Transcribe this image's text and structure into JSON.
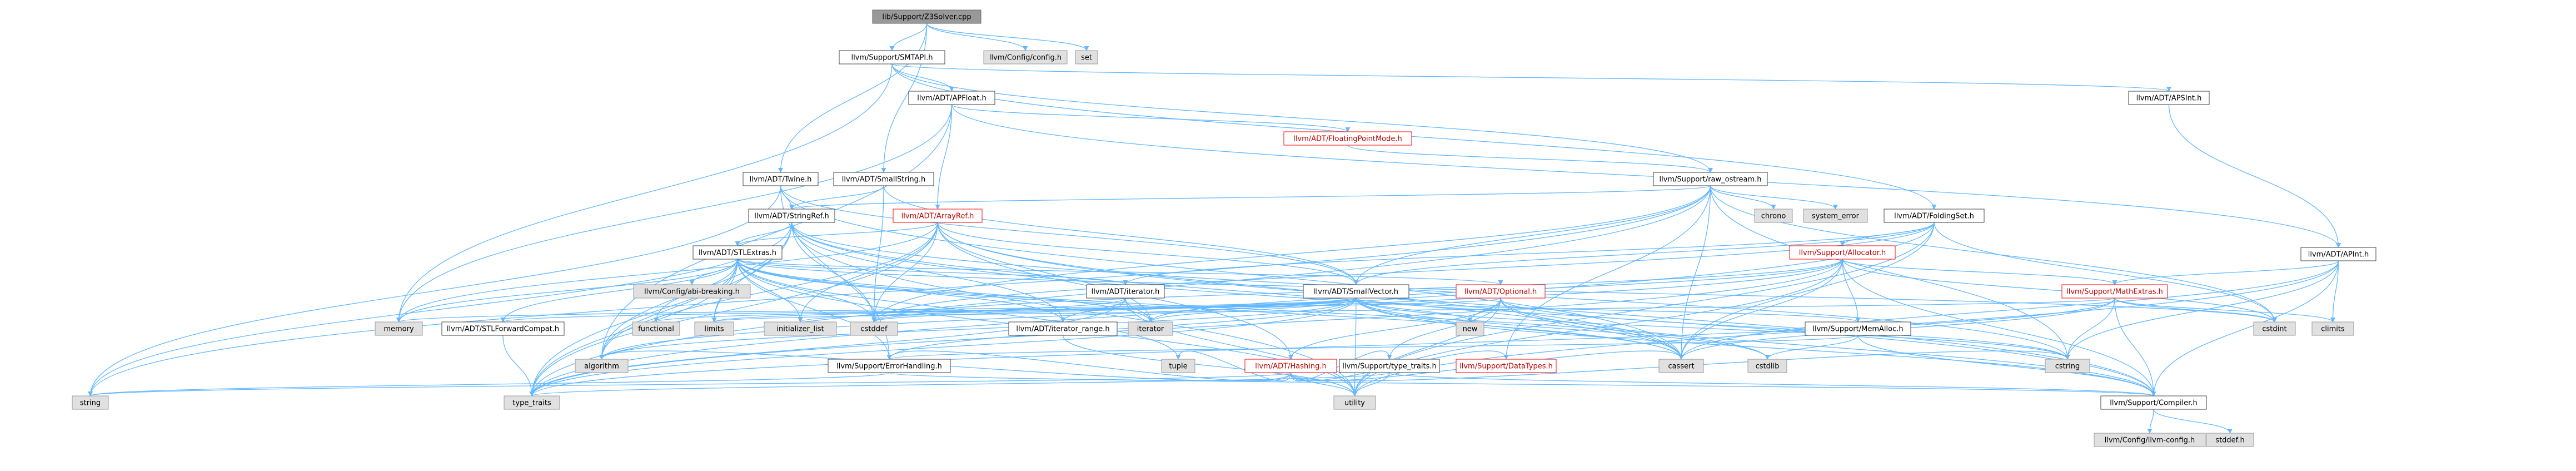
{
  "graph": {
    "nodes": [
      {
        "id": "root",
        "label": "lib/Support/Z3Solver.cpp",
        "kind": "root"
      },
      {
        "id": "smtapi",
        "label": "llvm/Support/SMTAPI.h",
        "kind": "plain"
      },
      {
        "id": "llvmconfig",
        "label": "llvm/Config/config.h",
        "kind": "ext"
      },
      {
        "id": "set",
        "label": "set",
        "kind": "ext"
      },
      {
        "id": "apfloat",
        "label": "llvm/ADT/APFloat.h",
        "kind": "plain"
      },
      {
        "id": "apsint",
        "label": "llvm/ADT/APSInt.h",
        "kind": "plain"
      },
      {
        "id": "fpmode",
        "label": "llvm/ADT/FloatingPointMode.h",
        "kind": "red"
      },
      {
        "id": "twine",
        "label": "llvm/ADT/Twine.h",
        "kind": "plain"
      },
      {
        "id": "smallstring",
        "label": "llvm/ADT/SmallString.h",
        "kind": "plain"
      },
      {
        "id": "rawostream",
        "label": "llvm/Support/raw_ostream.h",
        "kind": "plain"
      },
      {
        "id": "stringref",
        "label": "llvm/ADT/StringRef.h",
        "kind": "plain"
      },
      {
        "id": "arrayref",
        "label": "llvm/ADT/ArrayRef.h",
        "kind": "red"
      },
      {
        "id": "chrono",
        "label": "chrono",
        "kind": "ext"
      },
      {
        "id": "syserror",
        "label": "system_error",
        "kind": "ext"
      },
      {
        "id": "foldingset",
        "label": "llvm/ADT/FoldingSet.h",
        "kind": "plain"
      },
      {
        "id": "stlextras",
        "label": "llvm/ADT/STLExtras.h",
        "kind": "plain"
      },
      {
        "id": "allocator",
        "label": "llvm/Support/Allocator.h",
        "kind": "red"
      },
      {
        "id": "apint",
        "label": "llvm/ADT/APInt.h",
        "kind": "plain"
      },
      {
        "id": "abibreak",
        "label": "llvm/Config/abi-breaking.h",
        "kind": "ext"
      },
      {
        "id": "iterator",
        "label": "llvm/ADT/iterator.h",
        "kind": "plain"
      },
      {
        "id": "smallvector",
        "label": "llvm/ADT/SmallVector.h",
        "kind": "plain"
      },
      {
        "id": "optional",
        "label": "llvm/ADT/Optional.h",
        "kind": "red"
      },
      {
        "id": "mathextras",
        "label": "llvm/Support/MathExtras.h",
        "kind": "red"
      },
      {
        "id": "memory",
        "label": "memory",
        "kind": "ext"
      },
      {
        "id": "stlforward",
        "label": "llvm/ADT/STLForwardCompat.h",
        "kind": "plain"
      },
      {
        "id": "functional",
        "label": "functional",
        "kind": "ext"
      },
      {
        "id": "limits",
        "label": "limits",
        "kind": "ext"
      },
      {
        "id": "initlist",
        "label": "initializer_list",
        "kind": "ext"
      },
      {
        "id": "cstddef",
        "label": "cstddef",
        "kind": "ext"
      },
      {
        "id": "iteratorstd",
        "label": "iterator",
        "kind": "ext"
      },
      {
        "id": "iterrange",
        "label": "llvm/ADT/iterator_range.h",
        "kind": "plain"
      },
      {
        "id": "new",
        "label": "new",
        "kind": "ext"
      },
      {
        "id": "hashing",
        "label": "llvm/ADT/Hashing.h",
        "kind": "red"
      },
      {
        "id": "memalloc",
        "label": "llvm/Support/MemAlloc.h",
        "kind": "plain"
      },
      {
        "id": "cstdint",
        "label": "cstdint",
        "kind": "ext"
      },
      {
        "id": "climits",
        "label": "climits",
        "kind": "ext"
      },
      {
        "id": "algorithm",
        "label": "algorithm",
        "kind": "ext"
      },
      {
        "id": "errhandling",
        "label": "llvm/Support/ErrorHandling.h",
        "kind": "plain"
      },
      {
        "id": "tuple",
        "label": "tuple",
        "kind": "ext"
      },
      {
        "id": "typetraits",
        "label": "llvm/Support/type_traits.h",
        "kind": "plain"
      },
      {
        "id": "datatypes",
        "label": "llvm/Support/DataTypes.h",
        "kind": "red"
      },
      {
        "id": "cassert",
        "label": "cassert",
        "kind": "ext"
      },
      {
        "id": "cstdlib",
        "label": "cstdlib",
        "kind": "ext"
      },
      {
        "id": "cstring",
        "label": "cstring",
        "kind": "ext"
      },
      {
        "id": "string",
        "label": "string",
        "kind": "ext"
      },
      {
        "id": "type_traits",
        "label": "type_traits",
        "kind": "ext"
      },
      {
        "id": "utility",
        "label": "utility",
        "kind": "ext"
      },
      {
        "id": "compiler",
        "label": "llvm/Support/Compiler.h",
        "kind": "plain"
      },
      {
        "id": "llvmcfg",
        "label": "llvm/Config/llvm-config.h",
        "kind": "ext"
      },
      {
        "id": "stddef",
        "label": "stddef.h",
        "kind": "ext"
      }
    ],
    "edges": [
      [
        "root",
        "smtapi"
      ],
      [
        "root",
        "llvmconfig"
      ],
      [
        "root",
        "set"
      ],
      [
        "root",
        "smallstring"
      ],
      [
        "root",
        "twine"
      ],
      [
        "smtapi",
        "apfloat"
      ],
      [
        "smtapi",
        "apsint"
      ],
      [
        "smtapi",
        "foldingset"
      ],
      [
        "smtapi",
        "rawostream"
      ],
      [
        "smtapi",
        "memory"
      ],
      [
        "apfloat",
        "fpmode"
      ],
      [
        "apfloat",
        "arrayref"
      ],
      [
        "apfloat",
        "memory"
      ],
      [
        "apfloat",
        "algorithm"
      ],
      [
        "apfloat",
        "apint"
      ],
      [
        "apsint",
        "apint"
      ],
      [
        "fpmode",
        "rawostream"
      ],
      [
        "twine",
        "smallvector"
      ],
      [
        "twine",
        "stringref"
      ],
      [
        "twine",
        "errhandling"
      ],
      [
        "twine",
        "cassert"
      ],
      [
        "twine",
        "string"
      ],
      [
        "smallstring",
        "smallvector"
      ],
      [
        "smallstring",
        "stringref"
      ],
      [
        "smallstring",
        "cstddef"
      ],
      [
        "rawostream",
        "stringref"
      ],
      [
        "rawostream",
        "chrono"
      ],
      [
        "rawostream",
        "syserror"
      ],
      [
        "rawostream",
        "cassert"
      ],
      [
        "rawostream",
        "cstddef"
      ],
      [
        "rawostream",
        "cstdint"
      ],
      [
        "rawostream",
        "cstring"
      ],
      [
        "rawostream",
        "string"
      ],
      [
        "rawostream",
        "type_traits"
      ],
      [
        "rawostream",
        "datatypes"
      ],
      [
        "rawostream",
        "smallvector"
      ],
      [
        "stringref",
        "stlextras"
      ],
      [
        "stringref",
        "iterrange"
      ],
      [
        "stringref",
        "compiler"
      ],
      [
        "stringref",
        "algorithm"
      ],
      [
        "stringref",
        "cassert"
      ],
      [
        "stringref",
        "cstddef"
      ],
      [
        "stringref",
        "cstring"
      ],
      [
        "stringref",
        "limits"
      ],
      [
        "stringref",
        "string"
      ],
      [
        "stringref",
        "type_traits"
      ],
      [
        "stringref",
        "utility"
      ],
      [
        "arrayref",
        "hashing"
      ],
      [
        "arrayref",
        "smallvector"
      ],
      [
        "arrayref",
        "stlextras"
      ],
      [
        "arrayref",
        "compiler"
      ],
      [
        "arrayref",
        "algorithm"
      ],
      [
        "arrayref",
        "array"
      ],
      [
        "arrayref",
        "cassert"
      ],
      [
        "arrayref",
        "cstddef"
      ],
      [
        "arrayref",
        "initlist"
      ],
      [
        "arrayref",
        "iteratorstd"
      ],
      [
        "arrayref",
        "memory"
      ],
      [
        "arrayref",
        "type_traits"
      ],
      [
        "foldingset",
        "smallvector"
      ],
      [
        "foldingset",
        "iterator"
      ],
      [
        "foldingset",
        "allocator"
      ],
      [
        "foldingset",
        "cassert"
      ],
      [
        "foldingset",
        "cstddef"
      ],
      [
        "foldingset",
        "cstdint"
      ],
      [
        "foldingset",
        "type_traits"
      ],
      [
        "foldingset",
        "utility"
      ],
      [
        "stlextras",
        "optional"
      ],
      [
        "stlextras",
        "stlforward"
      ],
      [
        "stlextras",
        "iterator"
      ],
      [
        "stlextras",
        "iterrange"
      ],
      [
        "stlextras",
        "abibreak"
      ],
      [
        "stlextras",
        "errhandling"
      ],
      [
        "stlextras",
        "algorithm"
      ],
      [
        "stlextras",
        "cassert"
      ],
      [
        "stlextras",
        "cstddef"
      ],
      [
        "stlextras",
        "cstdint"
      ],
      [
        "stlextras",
        "cstdlib"
      ],
      [
        "stlextras",
        "functional"
      ],
      [
        "stlextras",
        "initlist"
      ],
      [
        "stlextras",
        "iteratorstd"
      ],
      [
        "stlextras",
        "limits"
      ],
      [
        "stlextras",
        "memory"
      ],
      [
        "stlextras",
        "tuple"
      ],
      [
        "stlextras",
        "type_traits"
      ],
      [
        "stlextras",
        "utility"
      ],
      [
        "allocator",
        "compiler"
      ],
      [
        "allocator",
        "mathextras"
      ],
      [
        "allocator",
        "memalloc"
      ],
      [
        "allocator",
        "algorithm"
      ],
      [
        "allocator",
        "cassert"
      ],
      [
        "allocator",
        "cstddef"
      ],
      [
        "allocator",
        "cstdint"
      ],
      [
        "allocator",
        "iteratorstd"
      ],
      [
        "allocator",
        "type_traits"
      ],
      [
        "allocator",
        "utility"
      ],
      [
        "apint",
        "compiler"
      ],
      [
        "apint",
        "mathextras"
      ],
      [
        "apint",
        "cassert"
      ],
      [
        "apint",
        "climits"
      ],
      [
        "apint",
        "cstring"
      ],
      [
        "apint",
        "utility"
      ],
      [
        "iterator",
        "iterrange"
      ],
      [
        "iterator",
        "cstddef"
      ],
      [
        "iterator",
        "iteratorstd"
      ],
      [
        "iterator",
        "type_traits"
      ],
      [
        "iterator",
        "utility"
      ],
      [
        "smallvector",
        "compiler"
      ],
      [
        "smallvector",
        "errhandling"
      ],
      [
        "smallvector",
        "memalloc"
      ],
      [
        "smallvector",
        "type_traits"
      ],
      [
        "smallvector",
        "algorithm"
      ],
      [
        "smallvector",
        "cassert"
      ],
      [
        "smallvector",
        "cstddef"
      ],
      [
        "smallvector",
        "cstdlib"
      ],
      [
        "smallvector",
        "cstring"
      ],
      [
        "smallvector",
        "functional"
      ],
      [
        "smallvector",
        "initlist"
      ],
      [
        "smallvector",
        "iteratorstd"
      ],
      [
        "smallvector",
        "limits"
      ],
      [
        "smallvector",
        "memory"
      ],
      [
        "smallvector",
        "new"
      ],
      [
        "smallvector",
        "utility"
      ],
      [
        "optional",
        "hashing"
      ],
      [
        "optional",
        "none"
      ],
      [
        "optional",
        "stlforward"
      ],
      [
        "optional",
        "compiler"
      ],
      [
        "optional",
        "typetraits"
      ],
      [
        "optional",
        "cassert"
      ],
      [
        "optional",
        "cstring"
      ],
      [
        "optional",
        "new"
      ],
      [
        "optional",
        "utility"
      ],
      [
        "mathextras",
        "compiler"
      ],
      [
        "mathextras",
        "cassert"
      ],
      [
        "mathextras",
        "climits"
      ],
      [
        "mathextras",
        "cstdint"
      ],
      [
        "mathextras",
        "cstring"
      ],
      [
        "mathextras",
        "limits"
      ],
      [
        "mathextras",
        "type_traits"
      ],
      [
        "stlforward",
        "type_traits"
      ],
      [
        "iterrange",
        "utility"
      ],
      [
        "hashing",
        "errhandling"
      ],
      [
        "hashing",
        "datatypes"
      ],
      [
        "hashing",
        "typetraits"
      ],
      [
        "hashing",
        "algorithm"
      ],
      [
        "hashing",
        "cassert"
      ],
      [
        "hashing",
        "cstring"
      ],
      [
        "hashing",
        "string"
      ],
      [
        "hashing",
        "tuple"
      ],
      [
        "hashing",
        "utility"
      ],
      [
        "memalloc",
        "compiler"
      ],
      [
        "memalloc",
        "errhandling"
      ],
      [
        "memalloc",
        "cstdlib"
      ],
      [
        "errhandling",
        "compiler"
      ],
      [
        "errhandling",
        "string"
      ],
      [
        "typetraits",
        "compiler"
      ],
      [
        "typetraits",
        "type_traits"
      ],
      [
        "typetraits",
        "utility"
      ],
      [
        "compiler",
        "llvmcfg"
      ],
      [
        "compiler",
        "stddef"
      ]
    ]
  }
}
